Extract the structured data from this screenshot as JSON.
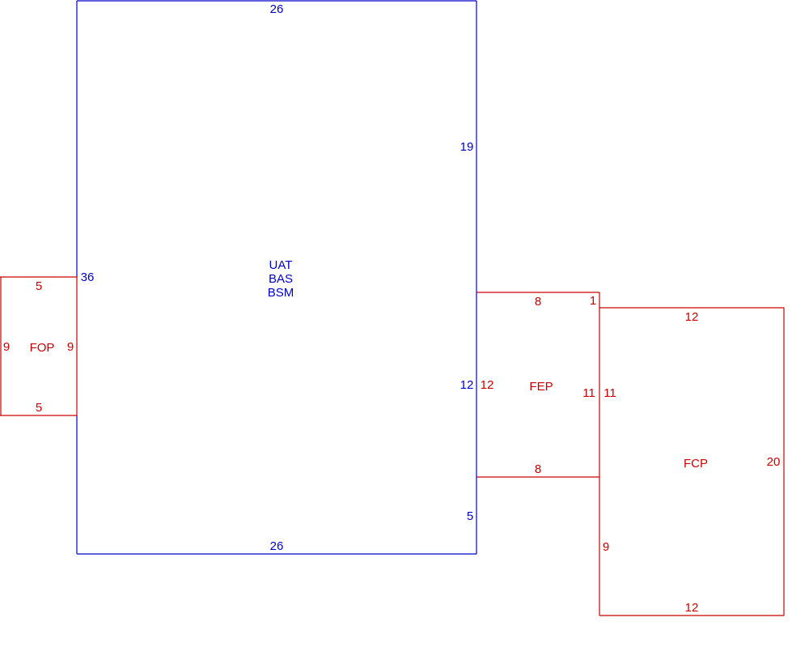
{
  "colors": {
    "main": "#0000cc",
    "addition": "#cc0000"
  },
  "areas": [
    {
      "id": "main",
      "color": "main",
      "codes": [
        "UAT",
        "BAS",
        "BSM"
      ],
      "dims": {
        "top": "26",
        "right_upper": "19",
        "right_mid": "12",
        "right_lower": "5",
        "bottom": "26",
        "left": "36"
      }
    },
    {
      "id": "fop",
      "color": "addition",
      "codes": [
        "FOP"
      ],
      "dims": {
        "top": "5",
        "left": "9",
        "right": "9",
        "bottom": "5"
      }
    },
    {
      "id": "fep",
      "color": "addition",
      "codes": [
        "FEP"
      ],
      "dims": {
        "top": "8",
        "left": "12",
        "right": "11",
        "bottom": "8",
        "right_offset": "1"
      }
    },
    {
      "id": "fcp",
      "color": "addition",
      "codes": [
        "FCP"
      ],
      "dims": {
        "top": "12",
        "left_upper": "11",
        "left_lower": "9",
        "right": "20",
        "bottom": "12"
      }
    }
  ]
}
